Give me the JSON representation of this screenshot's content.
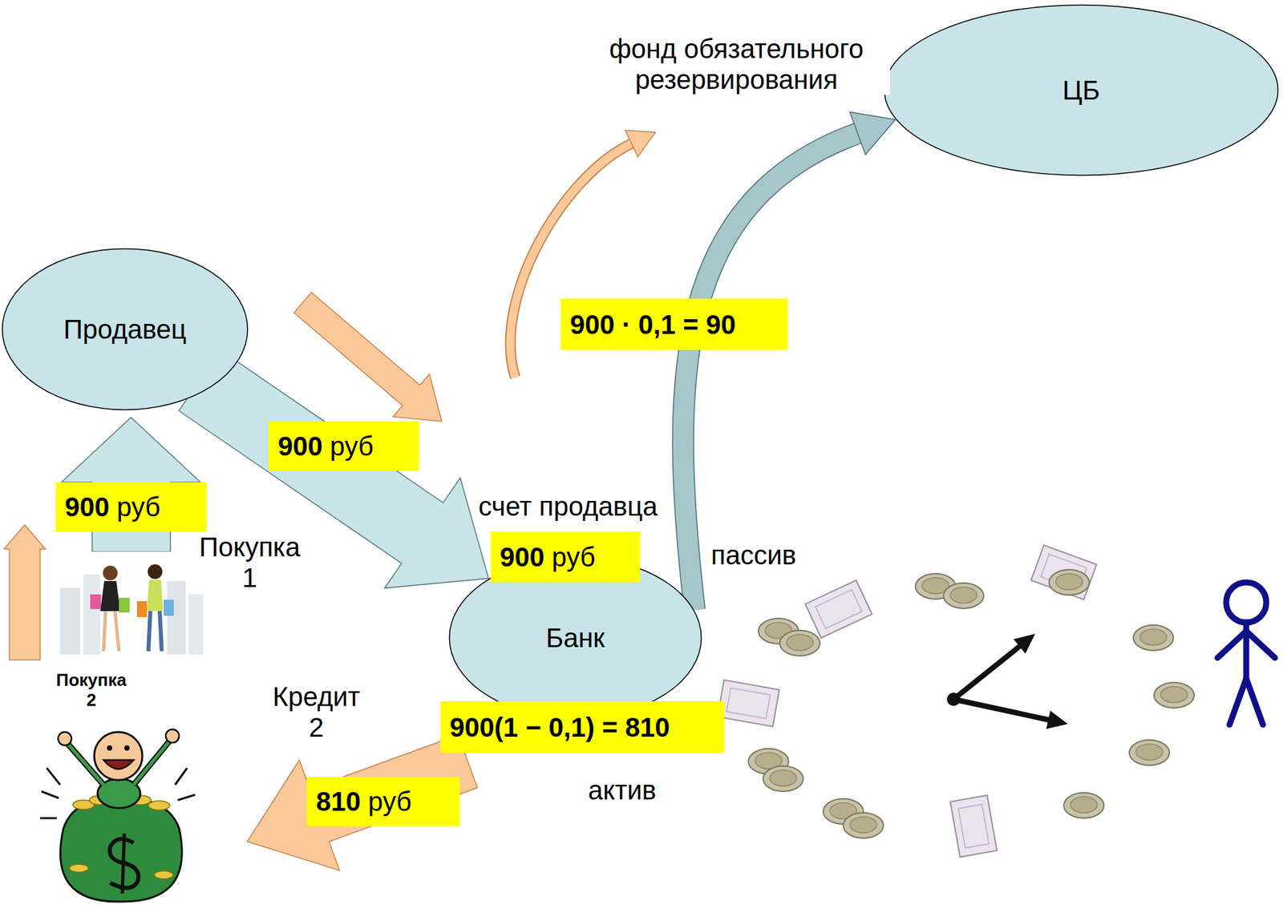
{
  "diagram": {
    "nodes": [
      {
        "text": [
          "ЦБ"
        ]
      },
      {
        "text": [
          "Продавец"
        ]
      },
      {
        "text": [
          "Банк"
        ]
      }
    ],
    "edges": [
      {
        "from": 1,
        "to": 2,
        "arrow": "to",
        "label": "900 руб"
      },
      {
        "from": 2,
        "to": 0,
        "arrow": "to",
        "label": "900 · 0,1 = 90"
      }
    ],
    "labels": [
      "фонд обязательного резервирования",
      "900 руб",
      "Покупка 1",
      "счет продавца",
      "900 руб",
      "пассив",
      "Покупка 2",
      "Кредит 2",
      "900(1 − 0,1) = 810",
      "810 руб",
      "актив"
    ]
  }
}
